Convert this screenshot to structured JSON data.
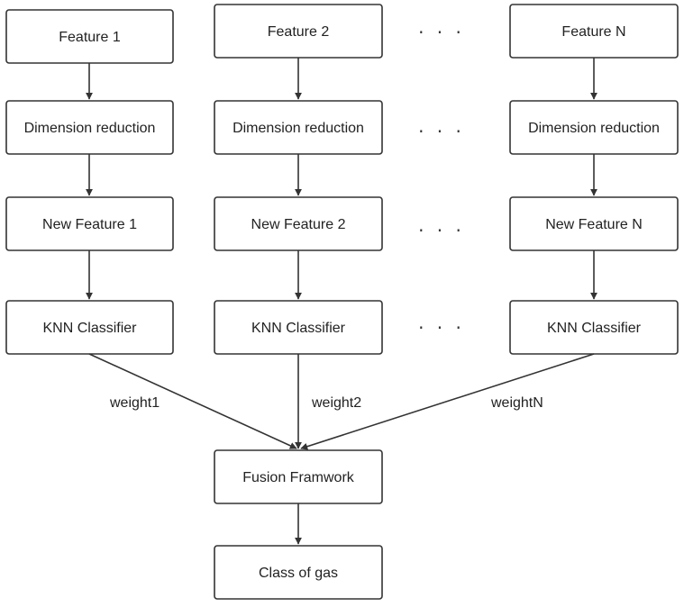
{
  "columns": [
    {
      "feature": "Feature 1",
      "reduction": "Dimension reduction",
      "new_feature": "New Feature 1",
      "classifier": "KNN Classifier",
      "weight": "weight1"
    },
    {
      "feature": "Feature 2",
      "reduction": "Dimension reduction",
      "new_feature": "New Feature 2",
      "classifier": "KNN Classifier",
      "weight": "weight2"
    },
    {
      "feature": "Feature N",
      "reduction": "Dimension reduction",
      "new_feature": "New Feature N",
      "classifier": "KNN Classifier",
      "weight": "weightN"
    }
  ],
  "ellipsis": "· · ·",
  "fusion": "Fusion Framwork",
  "output": "Class of gas"
}
